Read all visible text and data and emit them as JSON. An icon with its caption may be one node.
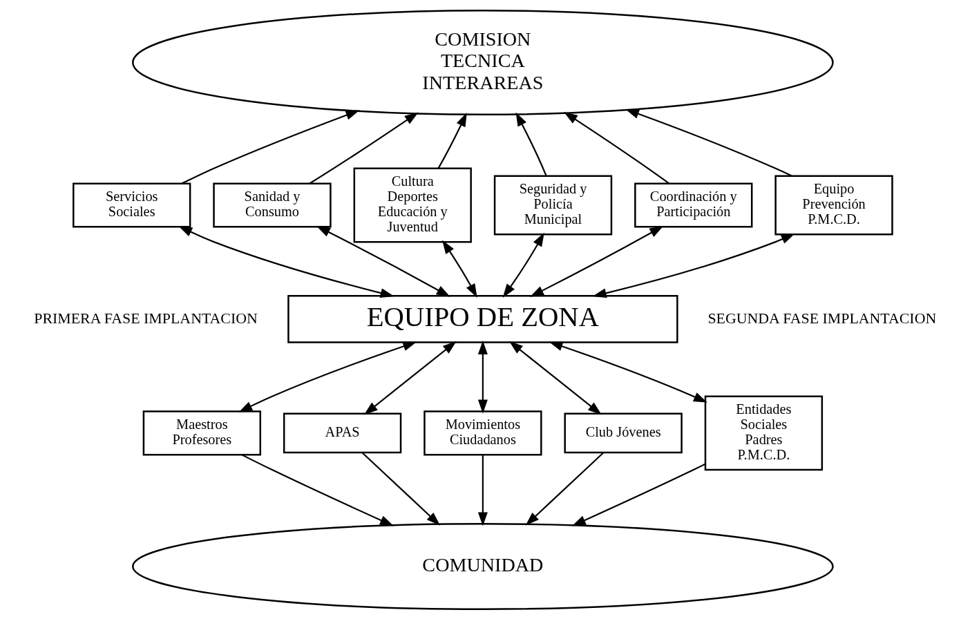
{
  "diagram": {
    "nodes": [
      {
        "text": [
          "COMISION",
          "TECNICA",
          "INTERAREAS"
        ]
      },
      {
        "text": [
          "COMUNIDAD"
        ]
      },
      {
        "text": [
          "EQUIPO DE ZONA"
        ]
      },
      {
        "text": [
          "Servicios Sociales"
        ]
      },
      {
        "text": [
          "Sanidad y Consumo"
        ]
      },
      {
        "text": [
          "Cultura Deportes Educación y Juventud"
        ]
      },
      {
        "text": [
          "Seguridad y Policía Municipal"
        ]
      },
      {
        "text": [
          "Coordinación y Participación"
        ]
      },
      {
        "text": [
          "Equipo Prevención P.M.C.D."
        ]
      },
      {
        "text": [
          "Maestros Profesores"
        ]
      },
      {
        "text": [
          "APAS"
        ]
      },
      {
        "text": [
          "Movimientos Ciudadanos"
        ]
      },
      {
        "text": [
          "Club Jóvenes"
        ]
      },
      {
        "text": [
          "Entidades Sociales Padres P.M.C.D."
        ]
      }
    ],
    "edges": [
      {
        "from": 2,
        "to": 3,
        "arrow": "both"
      },
      {
        "from": 3,
        "to": 0,
        "arrow": "to"
      },
      {
        "from": 2,
        "to": 4,
        "arrow": "both"
      },
      {
        "from": 4,
        "to": 0,
        "arrow": "to"
      },
      {
        "from": 2,
        "to": 5,
        "arrow": "both"
      },
      {
        "from": 5,
        "to": 0,
        "arrow": "to"
      },
      {
        "from": 2,
        "to": 6,
        "arrow": "both"
      },
      {
        "from": 6,
        "to": 0,
        "arrow": "to"
      },
      {
        "from": 2,
        "to": 7,
        "arrow": "both"
      },
      {
        "from": 7,
        "to": 0,
        "arrow": "to"
      },
      {
        "from": 2,
        "to": 8,
        "arrow": "both"
      },
      {
        "from": 8,
        "to": 0,
        "arrow": "to"
      },
      {
        "from": 2,
        "to": 9,
        "arrow": "both"
      },
      {
        "from": 9,
        "to": 1,
        "arrow": "to"
      },
      {
        "from": 2,
        "to": 10,
        "arrow": "both"
      },
      {
        "from": 10,
        "to": 1,
        "arrow": "to"
      },
      {
        "from": 2,
        "to": 11,
        "arrow": "both"
      },
      {
        "from": 11,
        "to": 1,
        "arrow": "to"
      },
      {
        "from": 2,
        "to": 12,
        "arrow": "both"
      },
      {
        "from": 12,
        "to": 1,
        "arrow": "to"
      },
      {
        "from": 2,
        "to": 13,
        "arrow": "both"
      },
      {
        "from": 13,
        "to": 1,
        "arrow": "to"
      }
    ],
    "labels": [
      "PRIMERA FASE IMPLANTACION",
      "SEGUNDA FASE IMPLANTACION"
    ]
  }
}
